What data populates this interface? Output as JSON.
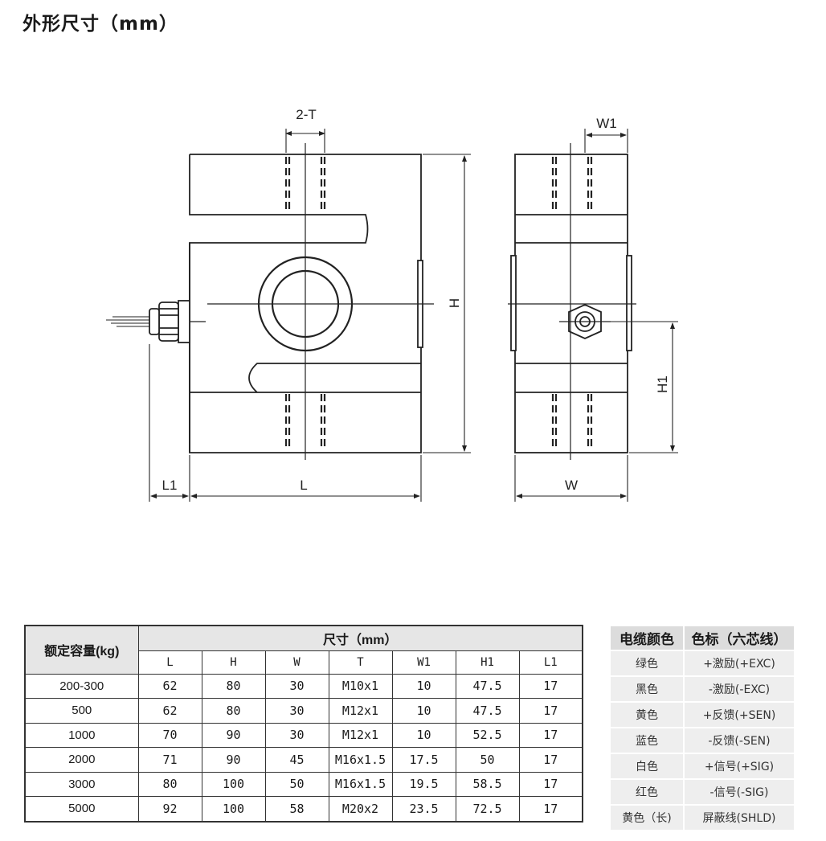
{
  "title": "外形尺寸（mm）",
  "drawing_labels": {
    "two_t": "2-T",
    "w1": "W1",
    "h": "H",
    "h1": "H1",
    "l1": "L1",
    "l": "L",
    "w": "W"
  },
  "dims_table": {
    "capacity_header": "额定容量(kg)",
    "size_header": "尺寸（mm）",
    "columns": [
      "L",
      "H",
      "W",
      "T",
      "W1",
      "H1",
      "L1"
    ],
    "rows": [
      [
        "200-300",
        "62",
        "80",
        "30",
        "M10x1",
        "10",
        "47.5",
        "17"
      ],
      [
        "500",
        "62",
        "80",
        "30",
        "M12x1",
        "10",
        "47.5",
        "17"
      ],
      [
        "1000",
        "70",
        "90",
        "30",
        "M12x1",
        "10",
        "52.5",
        "17"
      ],
      [
        "2000",
        "71",
        "90",
        "45",
        "M16x1.5",
        "17.5",
        "50",
        "17"
      ],
      [
        "3000",
        "80",
        "100",
        "50",
        "M16x1.5",
        "19.5",
        "58.5",
        "17"
      ],
      [
        "5000",
        "92",
        "100",
        "58",
        "M20x2",
        "23.5",
        "72.5",
        "17"
      ]
    ]
  },
  "color_table": {
    "header_color": "电缆颜色",
    "header_mark": "色标（六芯线）",
    "rows": [
      [
        "绿色",
        "+激励(+EXC)"
      ],
      [
        "黑色",
        "-激励(-EXC)"
      ],
      [
        "黄色",
        "+反馈(+SEN)"
      ],
      [
        "蓝色",
        "-反馈(-SEN)"
      ],
      [
        "白色",
        "+信号(+SIG)"
      ],
      [
        "红色",
        "-信号(-SIG)"
      ],
      [
        "黄色（长)",
        "屏蔽线(SHLD)"
      ]
    ]
  }
}
